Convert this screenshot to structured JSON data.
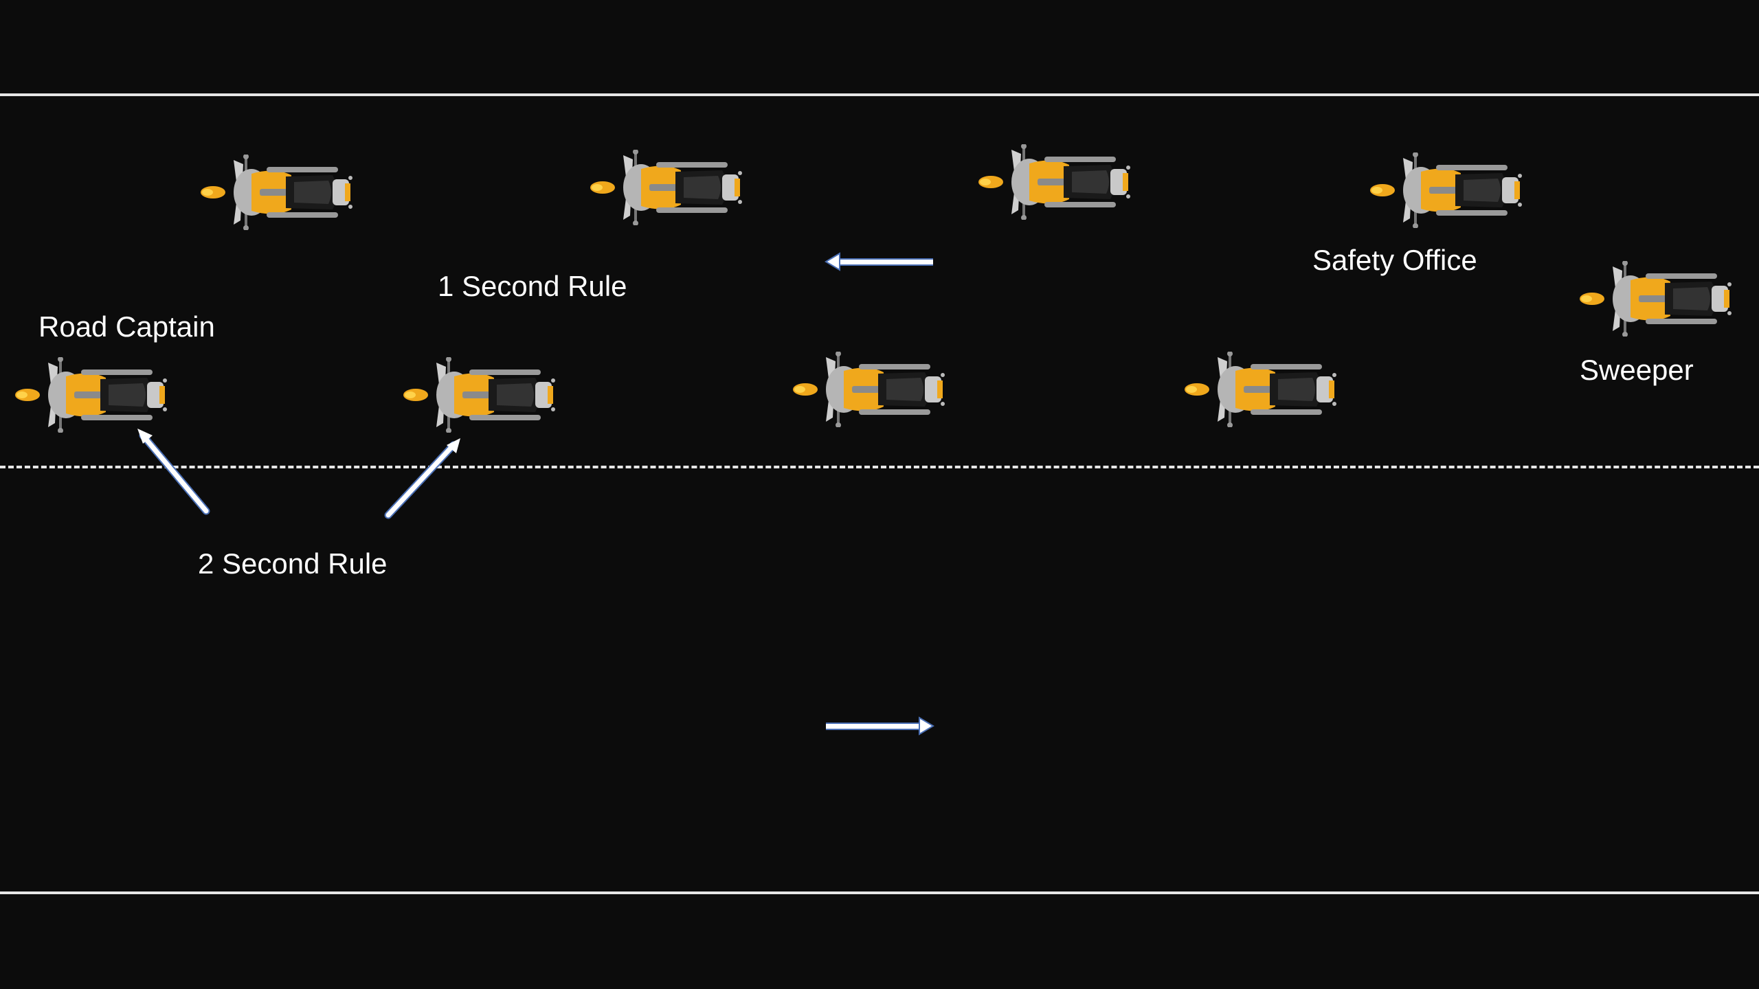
{
  "labels": {
    "road_captain": "Road Captain",
    "one_second_rule": "1 Second Rule",
    "safety_office": "Safety Office",
    "sweeper": "Sweeper",
    "two_second_rule": "2 Second Rule"
  },
  "colors": {
    "background": "#0c0c0c",
    "road_line": "#e6e6e6",
    "arrow": "#ffffff",
    "arrow_outline": "#4a6fb5",
    "bike_body": "#f0a81c",
    "bike_seat": "#1a1a1a",
    "bike_chrome": "#b5b5b5"
  },
  "icons": {
    "motorcycle": "motorcycle-top-view-icon",
    "direction_left": "arrow-left-icon",
    "direction_right": "arrow-right-icon",
    "spacing_pointer": "arrow-pointer-icon"
  }
}
